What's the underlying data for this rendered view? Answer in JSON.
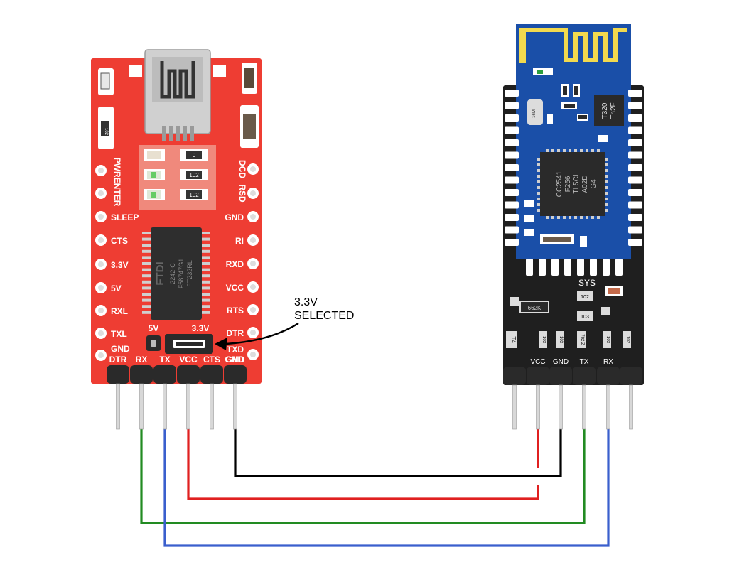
{
  "ftdi_board": {
    "left_pins": [
      "PWRENTER",
      "SLEEP",
      "CTS",
      "3.3V",
      "5V",
      "RXL",
      "TXL",
      "GND"
    ],
    "right_pins": [
      "DCD",
      "RSD",
      "GND",
      "RI",
      "RXD",
      "VCC",
      "RTS",
      "DTR",
      "TXD",
      "GND"
    ],
    "header_pins": [
      "DTR",
      "RX",
      "TX",
      "VCC",
      "CTS",
      "GND"
    ],
    "chip_text": [
      "FTDI",
      "2242-C",
      "F58747G1",
      "FT232RL"
    ],
    "resistor_labels": [
      "102",
      "0",
      "102",
      "102"
    ],
    "jumper_labels": {
      "left": "5V",
      "right": "3.3V"
    }
  },
  "annotation": {
    "line1": "3.3V",
    "line2": "SELECTED"
  },
  "bt_module": {
    "header_pins": [
      "VCC",
      "GND",
      "TX",
      "RX"
    ],
    "sys_label": "SYS",
    "chip_text": [
      "CC2541",
      "F256",
      "TI 5CI",
      "A02D",
      "G4"
    ],
    "crystal_text": [
      "T320",
      "Tn2F"
    ],
    "smd_labels": [
      "102",
      "662K",
      "103",
      "103",
      "103",
      "702 Z",
      "103",
      "102",
      "T4",
      "16M"
    ]
  },
  "wire_colors": {
    "rx_tx": "#228b22",
    "tx_rx": "#3a5fcd",
    "vcc": "#e02020",
    "gnd": "#000000"
  }
}
